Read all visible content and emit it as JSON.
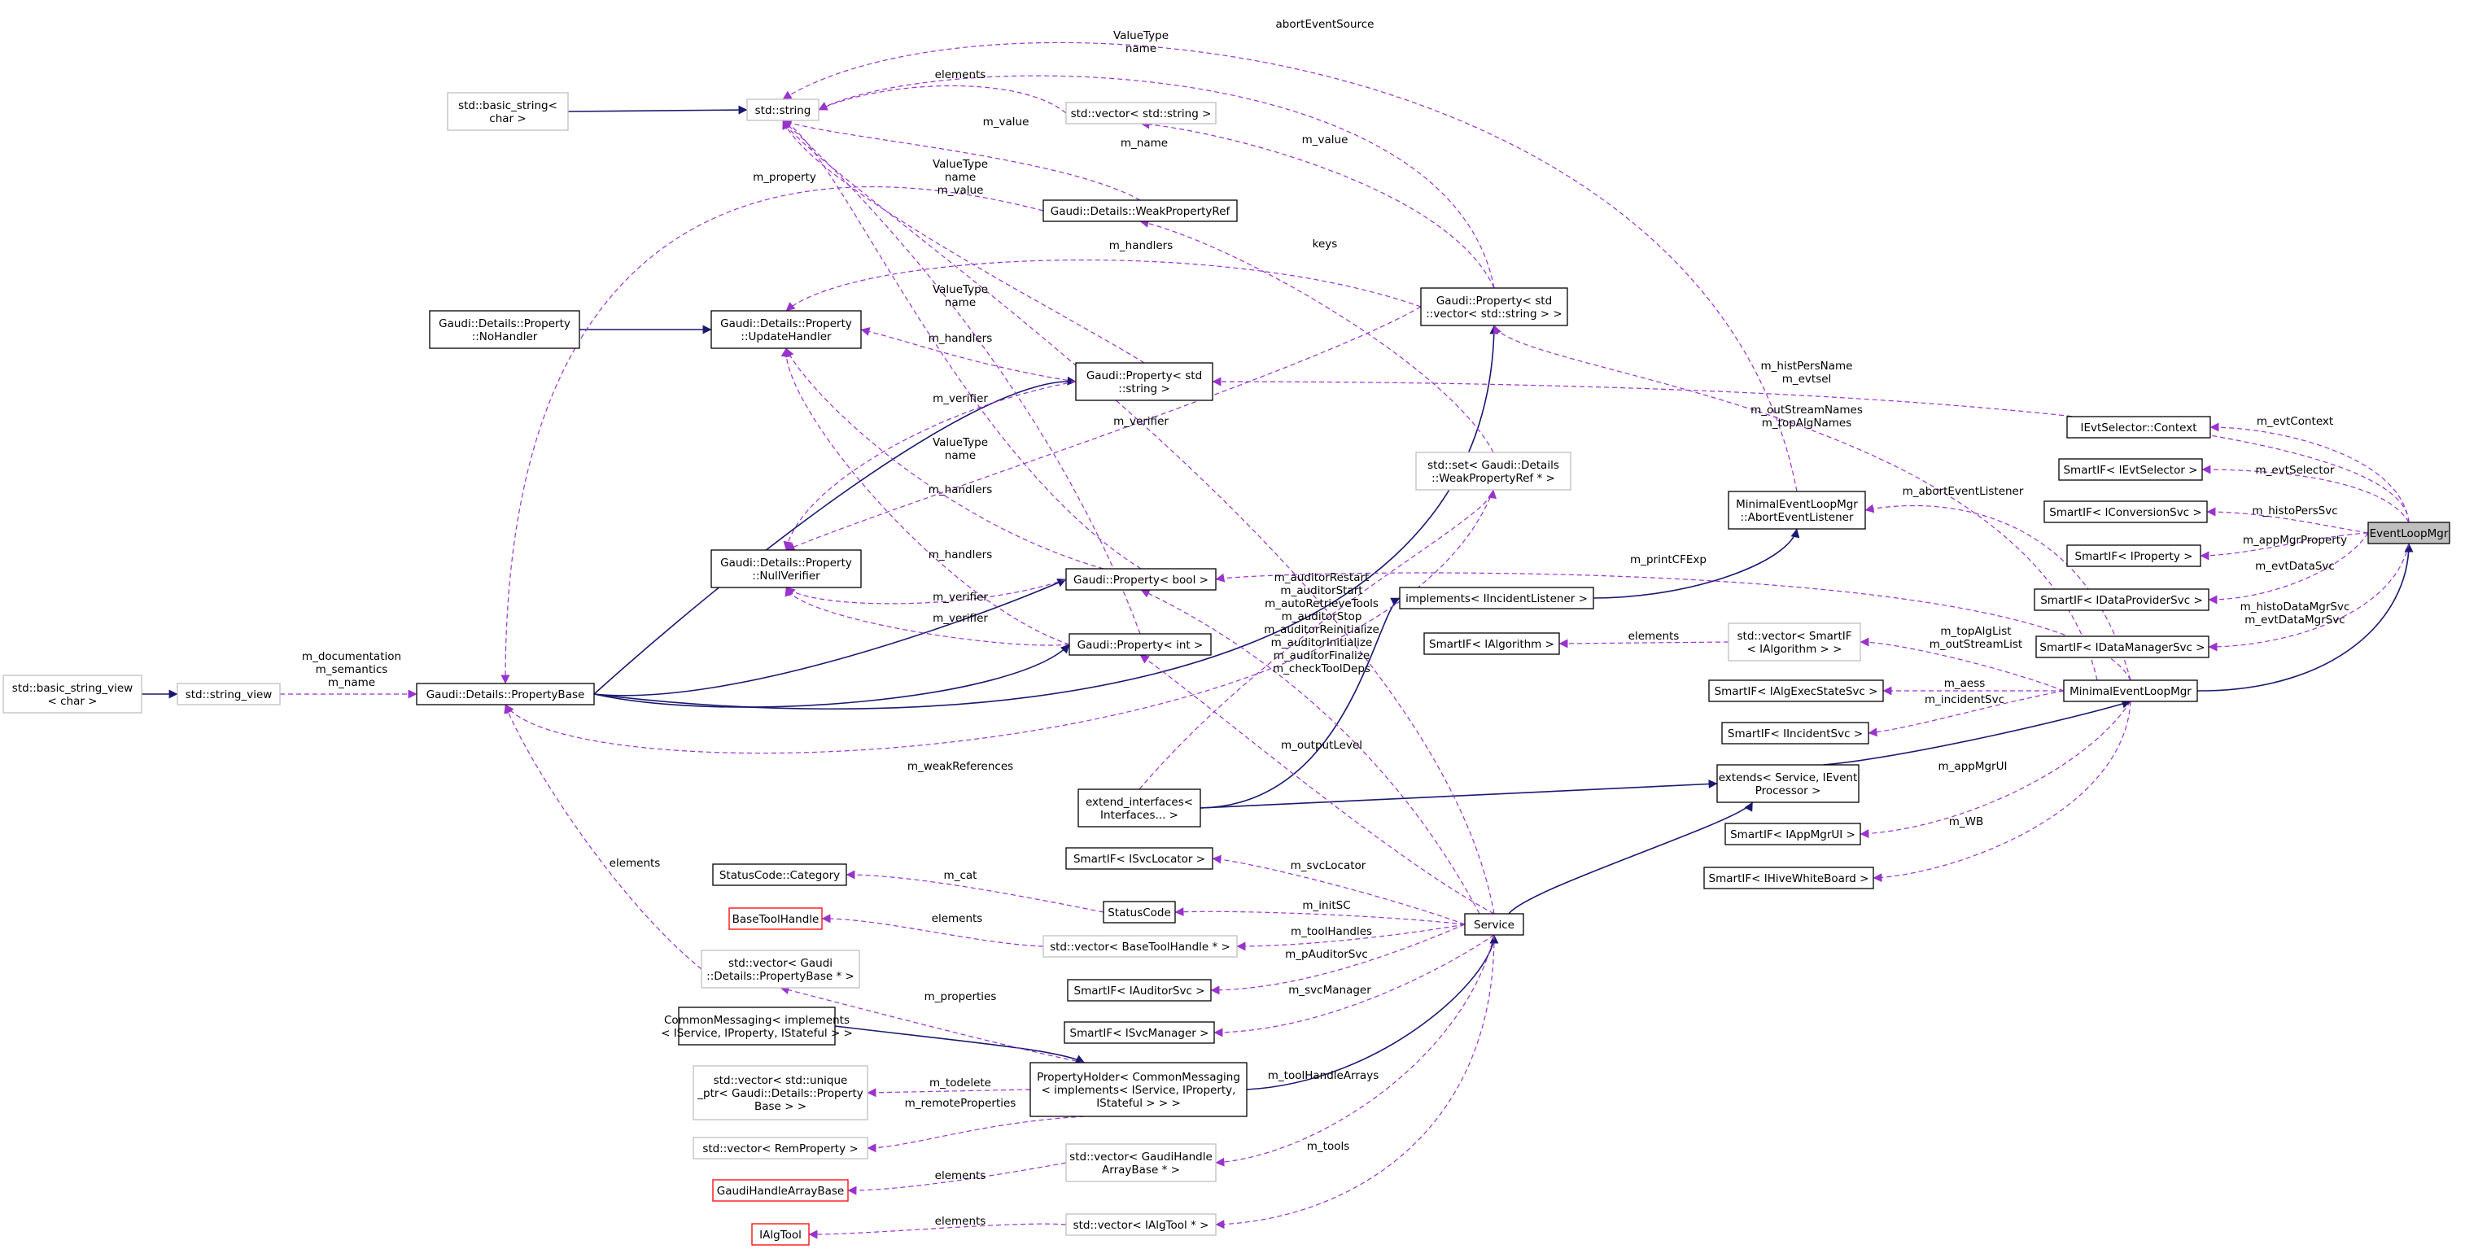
{
  "colors": {
    "solid_edge": "#191970",
    "dashed_edge": "#9a32cd",
    "node_border": "#000000",
    "external_border": "#bfbfbf",
    "undocumented_border": "#ff0000",
    "focus_fill": "#bfbfbf",
    "node_fill": "#ffffff"
  },
  "nodes": {
    "EventLoopMgr": {
      "lines": [
        "EventLoopMgr"
      ],
      "kind": "focus"
    },
    "MinimalEventLoopMgr": {
      "lines": [
        "MinimalEventLoopMgr"
      ],
      "kind": "normal"
    },
    "AbortEventListener": {
      "lines": [
        "MinimalEventLoopMgr",
        "::AbortEventListener"
      ],
      "kind": "normal"
    },
    "implementsIIncidentListener": {
      "lines": [
        "implements< IIncidentListener >"
      ],
      "kind": "normal"
    },
    "extendsService": {
      "lines": [
        "extends< Service, IEvent",
        "Processor >"
      ],
      "kind": "normal"
    },
    "extendInterfaces": {
      "lines": [
        "extend_interfaces<",
        "Interfaces... >"
      ],
      "kind": "normal"
    },
    "Service": {
      "lines": [
        "Service"
      ],
      "kind": "normal"
    },
    "PropertyHolder": {
      "lines": [
        "PropertyHolder< CommonMessaging",
        "< implements< IService, IProperty,",
        "IStateful > > >"
      ],
      "kind": "normal"
    },
    "CommonMessaging": {
      "lines": [
        "CommonMessaging< implements",
        "< IService, IProperty, IStateful > >"
      ],
      "kind": "normal"
    },
    "PropertyBase": {
      "lines": [
        "Gaudi::Details::PropertyBase"
      ],
      "kind": "normal"
    },
    "stringView": {
      "lines": [
        "std::string_view"
      ],
      "kind": "external"
    },
    "basicStringView": {
      "lines": [
        "std::basic_string_view",
        "< char >"
      ],
      "kind": "external"
    },
    "stdString": {
      "lines": [
        "std::string"
      ],
      "kind": "external"
    },
    "basicString": {
      "lines": [
        "std::basic_string<",
        "char >"
      ],
      "kind": "external"
    },
    "vectorString": {
      "lines": [
        "std::vector< std::string >"
      ],
      "kind": "external"
    },
    "WeakPropertyRef": {
      "lines": [
        "Gaudi::Details::WeakPropertyRef"
      ],
      "kind": "normal"
    },
    "NoHandler": {
      "lines": [
        "Gaudi::Details::Property",
        "::NoHandler"
      ],
      "kind": "normal"
    },
    "UpdateHandler": {
      "lines": [
        "Gaudi::Details::Property",
        "::UpdateHandler"
      ],
      "kind": "normal"
    },
    "NullVerifier": {
      "lines": [
        "Gaudi::Details::Property",
        "::NullVerifier"
      ],
      "kind": "normal"
    },
    "PropVecString": {
      "lines": [
        "Gaudi::Property< std",
        "::vector< std::string > >"
      ],
      "kind": "normal"
    },
    "PropString": {
      "lines": [
        "Gaudi::Property< std",
        "::string >"
      ],
      "kind": "normal"
    },
    "PropBool": {
      "lines": [
        "Gaudi::Property< bool >"
      ],
      "kind": "normal"
    },
    "PropInt": {
      "lines": [
        "Gaudi::Property< int >"
      ],
      "kind": "normal"
    },
    "setWeakRef": {
      "lines": [
        "std::set< Gaudi::Details",
        "::WeakPropertyRef * >"
      ],
      "kind": "external"
    },
    "EvtSelectorContext": {
      "lines": [
        "IEvtSelector::Context"
      ],
      "kind": "normal"
    },
    "SmartIEvtSelector": {
      "lines": [
        "SmartIF< IEvtSelector >"
      ],
      "kind": "normal"
    },
    "SmartIConversionSvc": {
      "lines": [
        "SmartIF< IConversionSvc >"
      ],
      "kind": "normal"
    },
    "SmartIProperty": {
      "lines": [
        "SmartIF< IProperty >"
      ],
      "kind": "normal"
    },
    "SmartIDataProviderSvc": {
      "lines": [
        "SmartIF< IDataProviderSvc >"
      ],
      "kind": "normal"
    },
    "SmartIDataManagerSvc": {
      "lines": [
        "SmartIF< IDataManagerSvc >"
      ],
      "kind": "normal"
    },
    "SmartIAlgorithm": {
      "lines": [
        "SmartIF< IAlgorithm >"
      ],
      "kind": "normal"
    },
    "vectorSmartIAlgorithm": {
      "lines": [
        "std::vector< SmartIF",
        "< IAlgorithm > >"
      ],
      "kind": "external"
    },
    "SmartIAlgExecStateSvc": {
      "lines": [
        "SmartIF< IAlgExecStateSvc >"
      ],
      "kind": "normal"
    },
    "SmartIIncidentSvc": {
      "lines": [
        "SmartIF< IIncidentSvc >"
      ],
      "kind": "normal"
    },
    "SmartIAppMgrUI": {
      "lines": [
        "SmartIF< IAppMgrUI >"
      ],
      "kind": "normal"
    },
    "SmartIHiveWhiteBoard": {
      "lines": [
        "SmartIF< IHiveWhiteBoard >"
      ],
      "kind": "normal"
    },
    "StatusCodeCategory": {
      "lines": [
        "StatusCode::Category"
      ],
      "kind": "normal"
    },
    "StatusCode": {
      "lines": [
        "StatusCode"
      ],
      "kind": "normal"
    },
    "BaseToolHandle": {
      "lines": [
        "BaseToolHandle"
      ],
      "kind": "undocumented"
    },
    "vectorBaseToolHandle": {
      "lines": [
        "std::vector< BaseToolHandle * >"
      ],
      "kind": "external"
    },
    "SmartISvcLocator": {
      "lines": [
        "SmartIF< ISvcLocator >"
      ],
      "kind": "normal"
    },
    "SmartIAuditorSvc": {
      "lines": [
        "SmartIF< IAuditorSvc >"
      ],
      "kind": "normal"
    },
    "SmartISvcManager": {
      "lines": [
        "SmartIF< ISvcManager >"
      ],
      "kind": "normal"
    },
    "vectorPropertyBase": {
      "lines": [
        "std::vector< Gaudi",
        "::Details::PropertyBase * >"
      ],
      "kind": "external"
    },
    "vectorUniquePtr": {
      "lines": [
        "std::vector< std::unique",
        "_ptr< Gaudi::Details::Property",
        "Base > >"
      ],
      "kind": "external"
    },
    "vectorRemProperty": {
      "lines": [
        "std::vector< RemProperty >"
      ],
      "kind": "external"
    },
    "GaudiHandleArrayBase": {
      "lines": [
        "GaudiHandleArrayBase"
      ],
      "kind": "undocumented"
    },
    "vectorGaudiHandleArrayBase": {
      "lines": [
        "std::vector< GaudiHandle",
        "ArrayBase * >"
      ],
      "kind": "external"
    },
    "IAlgTool": {
      "lines": [
        "IAlgTool"
      ],
      "kind": "undocumented"
    },
    "vectorIAlgTool": {
      "lines": [
        "std::vector< IAlgTool * >"
      ],
      "kind": "external"
    }
  },
  "edges": [
    {
      "from": "MinimalEventLoopMgr",
      "to": "EventLoopMgr",
      "style": "solid",
      "label": []
    },
    {
      "from": "extendsService",
      "to": "MinimalEventLoopMgr",
      "style": "solid",
      "label": []
    },
    {
      "from": "Service",
      "to": "extendsService",
      "style": "solid",
      "label": []
    },
    {
      "from": "extendInterfaces",
      "to": "extendsService",
      "style": "solid",
      "label": []
    },
    {
      "from": "implementsIIncidentListener",
      "to": "AbortEventListener",
      "style": "solid",
      "label": []
    },
    {
      "from": "PropertyHolder",
      "to": "Service",
      "style": "solid",
      "label": []
    },
    {
      "from": "CommonMessaging",
      "to": "PropertyHolder",
      "style": "solid",
      "label": []
    },
    {
      "from": "PropertyBase",
      "to": "PropString",
      "style": "solid",
      "label": []
    },
    {
      "from": "PropertyBase",
      "to": "PropBool",
      "style": "solid",
      "label": []
    },
    {
      "from": "PropertyBase",
      "to": "PropInt",
      "style": "solid",
      "label": []
    },
    {
      "from": "PropertyBase",
      "to": "PropVecString",
      "style": "solid",
      "label": []
    },
    {
      "from": "basicStringView",
      "to": "stringView",
      "style": "solid",
      "label": []
    },
    {
      "from": "basicString",
      "to": "stdString",
      "style": "solid",
      "label": []
    },
    {
      "from": "NoHandler",
      "to": "UpdateHandler",
      "style": "solid",
      "label": []
    },
    {
      "from": "extendInterfaces",
      "to": "implementsIIncidentListener",
      "style": "solid",
      "label": []
    },
    {
      "from": "EventLoopMgr",
      "to": "EvtSelectorContext",
      "style": "dashed",
      "label": [
        "m_evtContext"
      ]
    },
    {
      "from": "EventLoopMgr",
      "to": "SmartIEvtSelector",
      "style": "dashed",
      "label": [
        "m_evtSelector"
      ]
    },
    {
      "from": "EventLoopMgr",
      "to": "SmartIConversionSvc",
      "style": "dashed",
      "label": [
        "m_histoPersSvc"
      ]
    },
    {
      "from": "EventLoopMgr",
      "to": "SmartIProperty",
      "style": "dashed",
      "label": [
        "m_appMgrProperty"
      ]
    },
    {
      "from": "EventLoopMgr",
      "to": "SmartIDataProviderSvc",
      "style": "dashed",
      "label": [
        "m_evtDataSvc"
      ]
    },
    {
      "from": "EventLoopMgr",
      "to": "SmartIDataManagerSvc",
      "style": "dashed",
      "label": [
        "m_histoDataMgrSvc",
        "m_evtDataMgrSvc"
      ]
    },
    {
      "from": "EventLoopMgr",
      "to": "PropString",
      "style": "dashed",
      "label": [
        "m_histPersName",
        "m_evtsel"
      ]
    },
    {
      "from": "MinimalEventLoopMgr",
      "to": "AbortEventListener",
      "style": "dashed",
      "label": [
        "m_abortEventListener"
      ]
    },
    {
      "from": "MinimalEventLoopMgr",
      "to": "PropBool",
      "style": "dashed",
      "label": [
        "m_printCFExp"
      ]
    },
    {
      "from": "MinimalEventLoopMgr",
      "to": "PropVecString",
      "style": "dashed",
      "label": [
        "m_outStreamNames",
        "m_topAlgNames"
      ]
    },
    {
      "from": "MinimalEventLoopMgr",
      "to": "vectorSmartIAlgorithm",
      "style": "dashed",
      "label": [
        "m_topAlgList",
        "m_outStreamList"
      ]
    },
    {
      "from": "MinimalEventLoopMgr",
      "to": "SmartIAlgExecStateSvc",
      "style": "dashed",
      "label": [
        "m_aess"
      ]
    },
    {
      "from": "MinimalEventLoopMgr",
      "to": "SmartIIncidentSvc",
      "style": "dashed",
      "label": [
        "m_incidentSvc"
      ]
    },
    {
      "from": "MinimalEventLoopMgr",
      "to": "SmartIAppMgrUI",
      "style": "dashed",
      "label": [
        "m_appMgrUI"
      ]
    },
    {
      "from": "MinimalEventLoopMgr",
      "to": "SmartIHiveWhiteBoard",
      "style": "dashed",
      "label": [
        "m_WB"
      ]
    },
    {
      "from": "AbortEventListener",
      "to": "stdString",
      "style": "dashed",
      "label": [
        "abortEventSource"
      ]
    },
    {
      "from": "vectorSmartIAlgorithm",
      "to": "SmartIAlgorithm",
      "style": "dashed",
      "label": [
        "elements"
      ]
    },
    {
      "from": "Service",
      "to": "PropBool",
      "style": "dashed",
      "label": [
        "m_auditorRestart",
        "m_auditorStart",
        "m_autoRetrieveTools",
        "m_auditorStop",
        "m_auditorReinitialize",
        "m_auditorInitialize",
        "m_auditorFinalize",
        "m_checkToolDeps"
      ]
    },
    {
      "from": "Service",
      "to": "PropInt",
      "style": "dashed",
      "label": [
        "m_outputLevel"
      ]
    },
    {
      "from": "Service",
      "to": "stdString",
      "style": "dashed",
      "label": [
        "m_name"
      ]
    },
    {
      "from": "Service",
      "to": "SmartISvcLocator",
      "style": "dashed",
      "label": [
        "m_svcLocator"
      ]
    },
    {
      "from": "Service",
      "to": "StatusCode",
      "style": "dashed",
      "label": [
        "m_initSC"
      ]
    },
    {
      "from": "Service",
      "to": "vectorBaseToolHandle",
      "style": "dashed",
      "label": [
        "m_toolHandles"
      ]
    },
    {
      "from": "Service",
      "to": "SmartIAuditorSvc",
      "style": "dashed",
      "label": [
        "m_pAuditorSvc"
      ]
    },
    {
      "from": "Service",
      "to": "SmartISvcManager",
      "style": "dashed",
      "label": [
        "m_svcManager"
      ]
    },
    {
      "from": "Service",
      "to": "vectorGaudiHandleArrayBase",
      "style": "dashed",
      "label": [
        "m_toolHandleArrays"
      ]
    },
    {
      "from": "Service",
      "to": "vectorIAlgTool",
      "style": "dashed",
      "label": [
        "m_tools"
      ]
    },
    {
      "from": "StatusCode",
      "to": "StatusCodeCategory",
      "style": "dashed",
      "label": [
        "m_cat"
      ]
    },
    {
      "from": "vectorBaseToolHandle",
      "to": "BaseToolHandle",
      "style": "dashed",
      "label": [
        "elements"
      ]
    },
    {
      "from": "vectorGaudiHandleArrayBase",
      "to": "GaudiHandleArrayBase",
      "style": "dashed",
      "label": [
        "elements"
      ]
    },
    {
      "from": "vectorIAlgTool",
      "to": "IAlgTool",
      "style": "dashed",
      "label": [
        "elements"
      ]
    },
    {
      "from": "PropertyHolder",
      "to": "vectorPropertyBase",
      "style": "dashed",
      "label": [
        "m_properties"
      ]
    },
    {
      "from": "PropertyHolder",
      "to": "vectorUniquePtr",
      "style": "dashed",
      "label": [
        "m_todelete"
      ]
    },
    {
      "from": "PropertyHolder",
      "to": "vectorRemProperty",
      "style": "dashed",
      "label": [
        "m_remoteProperties"
      ]
    },
    {
      "from": "vectorPropertyBase",
      "to": "PropertyBase",
      "style": "dashed",
      "label": [
        "elements"
      ]
    },
    {
      "from": "stringView",
      "to": "PropertyBase",
      "style": "dashed",
      "label": [
        "m_documentation",
        "m_semantics",
        "m_name"
      ]
    },
    {
      "from": "setWeakRef",
      "to": "PropertyBase",
      "style": "dashed",
      "label": [
        "m_weakReferences"
      ]
    },
    {
      "from": "WeakPropertyRef",
      "to": "PropertyBase",
      "style": "dashed",
      "label": [
        "m_property"
      ]
    },
    {
      "from": "WeakPropertyRef",
      "to": "stdString",
      "style": "dashed",
      "label": [
        "m_value"
      ]
    },
    {
      "from": "setWeakRef",
      "to": "WeakPropertyRef",
      "style": "dashed",
      "label": [
        "keys"
      ]
    },
    {
      "from": "extendInterfaces",
      "to": "setWeakRef",
      "style": "dashed",
      "label": []
    },
    {
      "from": "vectorString",
      "to": "stdString",
      "style": "dashed",
      "label": [
        "elements"
      ]
    },
    {
      "from": "PropVecString",
      "to": "vectorString",
      "style": "dashed",
      "label": [
        "m_value"
      ]
    },
    {
      "from": "PropVecString",
      "to": "stdString",
      "style": "dashed",
      "label": [
        "ValueType",
        "name"
      ]
    },
    {
      "from": "PropVecString",
      "to": "UpdateHandler",
      "style": "dashed",
      "label": [
        "m_handlers"
      ]
    },
    {
      "from": "PropVecString",
      "to": "NullVerifier",
      "style": "dashed",
      "label": [
        "m_verifier"
      ]
    },
    {
      "from": "PropString",
      "to": "stdString",
      "style": "dashed",
      "label": [
        "ValueType",
        "name",
        "m_value"
      ]
    },
    {
      "from": "PropString",
      "to": "UpdateHandler",
      "style": "dashed",
      "label": [
        "m_handlers"
      ]
    },
    {
      "from": "PropString",
      "to": "NullVerifier",
      "style": "dashed",
      "label": [
        "m_verifier"
      ]
    },
    {
      "from": "PropBool",
      "to": "stdString",
      "style": "dashed",
      "label": [
        "ValueType",
        "name"
      ]
    },
    {
      "from": "PropBool",
      "to": "UpdateHandler",
      "style": "dashed",
      "label": [
        "m_handlers"
      ]
    },
    {
      "from": "PropBool",
      "to": "NullVerifier",
      "style": "dashed",
      "label": [
        "m_verifier"
      ]
    },
    {
      "from": "PropInt",
      "to": "stdString",
      "style": "dashed",
      "label": [
        "ValueType",
        "name"
      ]
    },
    {
      "from": "PropInt",
      "to": "UpdateHandler",
      "style": "dashed",
      "label": [
        "m_handlers"
      ]
    },
    {
      "from": "PropInt",
      "to": "NullVerifier",
      "style": "dashed",
      "label": [
        "m_verifier"
      ]
    }
  ]
}
